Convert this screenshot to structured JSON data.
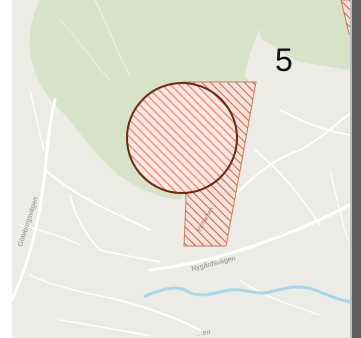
{
  "map": {
    "zone_number": "5",
    "road_labels": {
      "goteborgsvagen": "Göteborgsvägen",
      "nygardsvagen": "Nygårdsvägen",
      "area_road": "Ekmarken",
      "bottom_road": "…en"
    }
  },
  "colors": {
    "basemap": "#ecebe6",
    "forest": "#d8e2c8",
    "water": "#a9d6ea",
    "road": "#ffffff",
    "hatch_stroke": "#c87a5a",
    "hatch_fill": "#f0b4a4",
    "circle_outline": "#6b2a12",
    "white_frame": "#ffffff",
    "right_edge": "#5e5e5e"
  }
}
